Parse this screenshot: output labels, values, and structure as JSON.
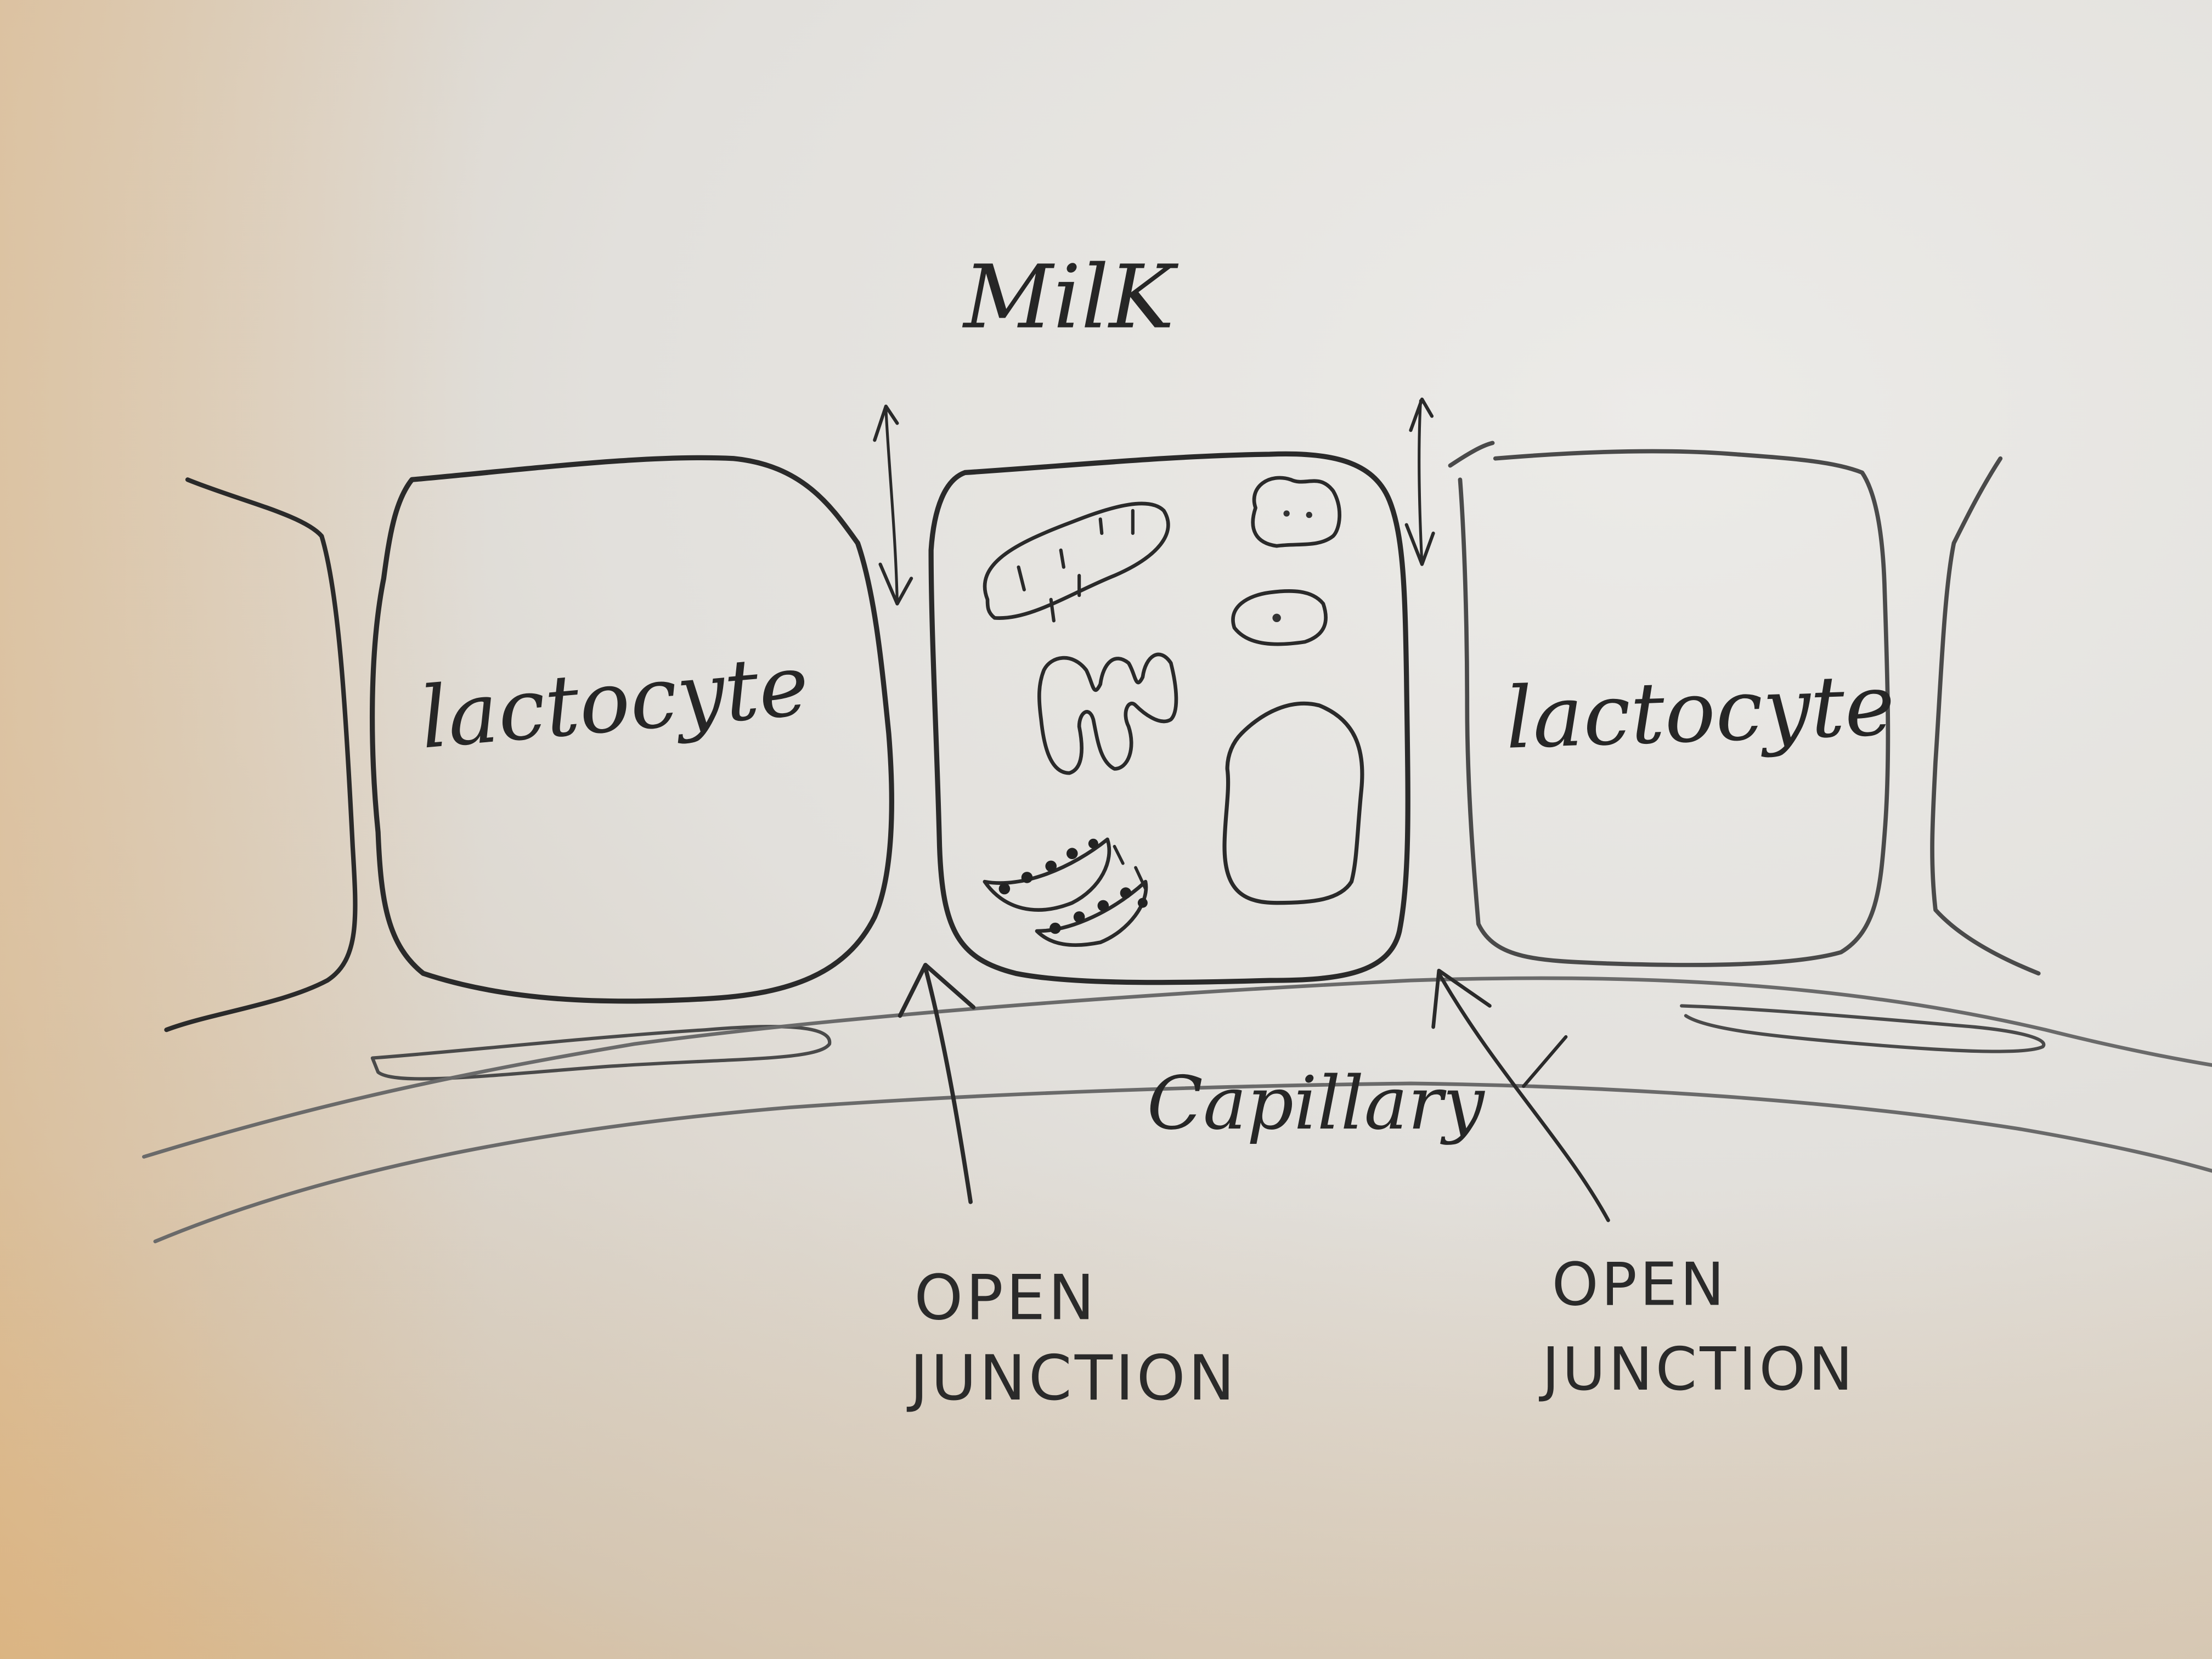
{
  "diagram": {
    "medium": "pencil sketch on paper",
    "colors": {
      "paper": "#e4e2de",
      "paper_warm_corner": "#d9b98e",
      "pencil_dark": "#2a2a2a",
      "pencil_light": "#6a6a6a"
    },
    "labels": {
      "top": "MilK",
      "left_cell": "lactocyte",
      "right_cell": "lactocyte",
      "vessel": "Capillary",
      "junction_left_line1": "OPEN",
      "junction_left_line2": "JUNCTION",
      "junction_right_line1": "OPEN",
      "junction_right_line2": "JUNCTION"
    },
    "elements": {
      "cells": [
        "left-lactocyte",
        "center-cell-with-organelles",
        "right-lactocyte",
        "far-left-partial-cell",
        "far-right-partial-cell"
      ],
      "center_cell_organelles": [
        "mitochondrion",
        "golgi-like-folded-membrane",
        "rough-er-stack",
        "small-vesicle-two-dots",
        "small-vesicle-one-dot",
        "nucleus"
      ],
      "arrows": [
        "double-arrow-left-junction",
        "double-arrow-right-junction",
        "pointer-arrow-left-open-junction",
        "pointer-arrow-right-open-junction"
      ],
      "basement_structures": [
        "left-basement-bar",
        "right-basement-bar"
      ],
      "capillary_walls": [
        "upper-capillary-wall",
        "lower-capillary-wall"
      ]
    }
  }
}
